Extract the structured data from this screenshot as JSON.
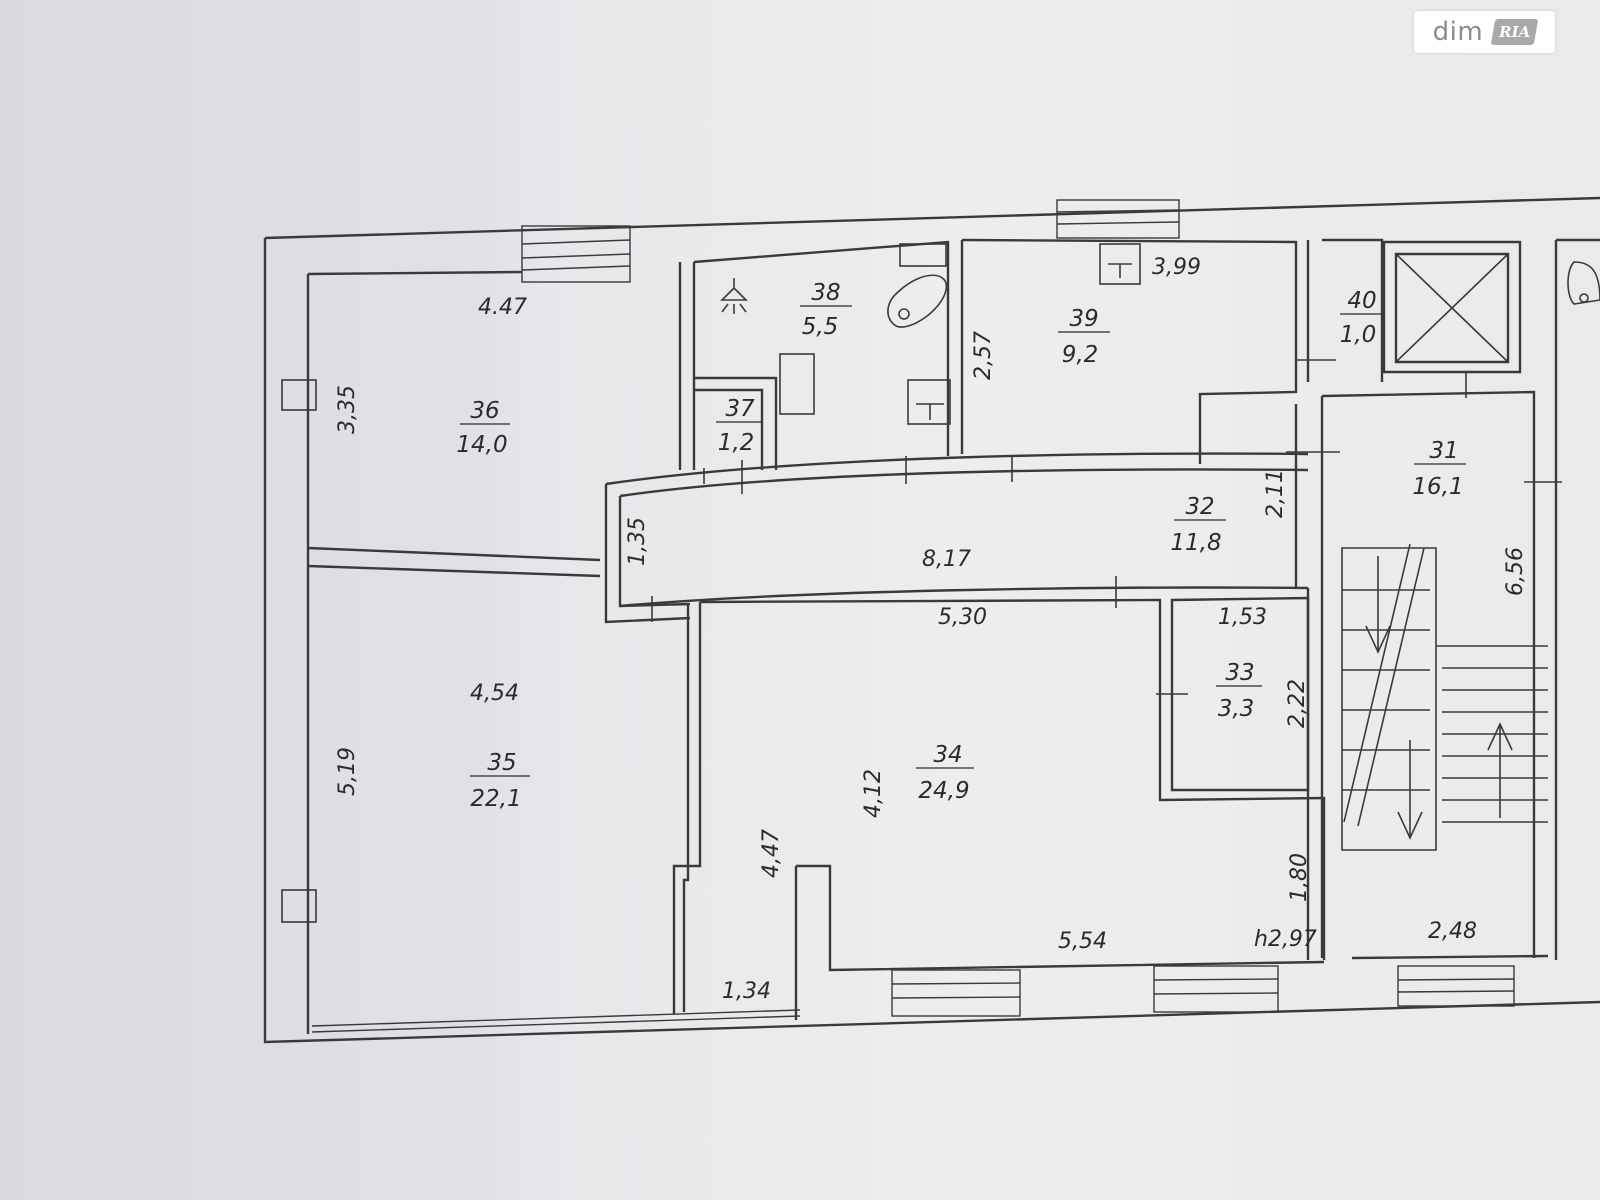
{
  "watermark": {
    "brand": "dim",
    "badge": "RIA"
  },
  "rooms": [
    {
      "id": "36",
      "num": "36",
      "area": "14,0"
    },
    {
      "id": "37",
      "num": "37",
      "area": "1,2"
    },
    {
      "id": "38",
      "num": "38",
      "area": "5,5"
    },
    {
      "id": "39",
      "num": "39",
      "area": "9,2"
    },
    {
      "id": "40",
      "num": "40",
      "area": "1,0"
    },
    {
      "id": "31",
      "num": "31",
      "area": "16,1"
    },
    {
      "id": "32",
      "num": "32",
      "area": "11,8"
    },
    {
      "id": "33",
      "num": "33",
      "area": "3,3"
    },
    {
      "id": "34",
      "num": "34",
      "area": "24,9"
    },
    {
      "id": "35",
      "num": "35",
      "area": "22,1"
    }
  ],
  "dimensions": {
    "d_447_top": "4.47",
    "d_335": "3,35",
    "d_399": "3,99",
    "d_257": "2,57",
    "d_211": "2,11",
    "d_135": "1,35",
    "d_817": "8,17",
    "d_530": "5,30",
    "d_153": "1,53",
    "d_222": "2,22",
    "d_656": "6,56",
    "d_454": "4,54",
    "d_519": "5,19",
    "d_412": "4,12",
    "d_447_left": "4,47",
    "d_180": "1,80",
    "d_554": "5,54",
    "d_h297": "h2,97",
    "d_134": "1,34",
    "d_248": "2,48"
  }
}
